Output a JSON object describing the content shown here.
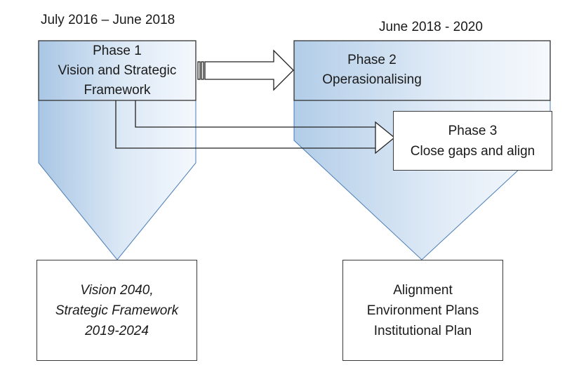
{
  "left": {
    "date": "July 2016 – June 2018",
    "phase_title": "Phase 1",
    "phase_lines": [
      "Vision and Strategic",
      "Framework"
    ],
    "output_lines": [
      "Vision 2040,",
      "Strategic Framework",
      "2019-2024"
    ]
  },
  "right": {
    "date": "June 2018 - 2020",
    "phase2_title": "Phase 2",
    "phase2_line": "Operasionalising",
    "phase3_title": "Phase 3",
    "phase3_line": "Close gaps and align",
    "output_lines": [
      "Alignment",
      "Environment Plans",
      "Institutional Plan"
    ]
  },
  "colors": {
    "gradient_dark": "#a9c6e4",
    "gradient_light": "#eef4fb",
    "outline": "#4a7db5",
    "stroke": "#222222"
  }
}
